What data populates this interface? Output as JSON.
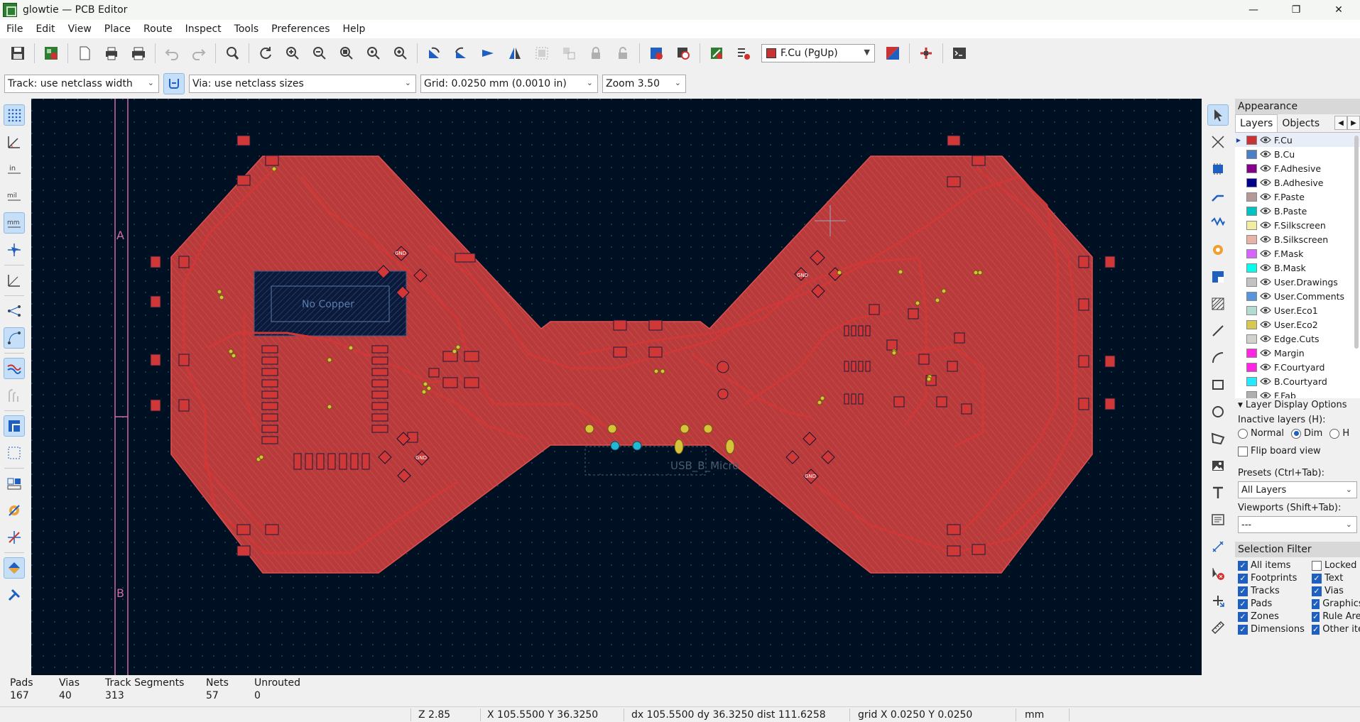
{
  "window": {
    "title": "glowtie — PCB Editor",
    "minimize": "—",
    "maximize": "❐",
    "close": "✕"
  },
  "menu": [
    "File",
    "Edit",
    "View",
    "Place",
    "Route",
    "Inspect",
    "Tools",
    "Preferences",
    "Help"
  ],
  "toolbar": {
    "active_layer": "F.Cu (PgUp)",
    "active_layer_color": "#c83434"
  },
  "toolbar2": {
    "track": "Track: use netclass width",
    "via": "Via: use netclass sizes",
    "grid": "Grid: 0.0250 mm (0.0010 in)",
    "zoom": "Zoom 3.50"
  },
  "canvas": {
    "sheet_label_a": "A",
    "sheet_label_b": "B",
    "keepout_label": "No Copper",
    "usb_label": "USB_B_Micro",
    "gnd_label": "GND",
    "copper_color": "#c83434",
    "background": "#001023"
  },
  "appearance": {
    "title": "Appearance",
    "tab_layers": "Layers",
    "tab_objects": "Objects",
    "layers": [
      {
        "name": "F.Cu",
        "color": "#c83434"
      },
      {
        "name": "B.Cu",
        "color": "#4d7fc4"
      },
      {
        "name": "F.Adhesive",
        "color": "#84008a"
      },
      {
        "name": "B.Adhesive",
        "color": "#00008a"
      },
      {
        "name": "F.Paste",
        "color": "#b49a96"
      },
      {
        "name": "B.Paste",
        "color": "#00c2c2"
      },
      {
        "name": "F.Silkscreen",
        "color": "#f2eda1"
      },
      {
        "name": "B.Silkscreen",
        "color": "#e8b2a7"
      },
      {
        "name": "F.Mask",
        "color": "#d864ff"
      },
      {
        "name": "B.Mask",
        "color": "#02ffee"
      },
      {
        "name": "User.Drawings",
        "color": "#c2c2c2"
      },
      {
        "name": "User.Comments",
        "color": "#5994dc"
      },
      {
        "name": "User.Eco1",
        "color": "#b4dbd2"
      },
      {
        "name": "User.Eco2",
        "color": "#d8c852"
      },
      {
        "name": "Edge.Cuts",
        "color": "#d0d2cd"
      },
      {
        "name": "Margin",
        "color": "#ff26e2"
      },
      {
        "name": "F.Courtyard",
        "color": "#ff26e2"
      },
      {
        "name": "B.Courtyard",
        "color": "#26e9ff"
      },
      {
        "name": "F.Fab",
        "color": "#afafaf"
      }
    ],
    "layer_display_options": "Layer Display Options",
    "inactive_layers": "Inactive layers (H):",
    "radio_normal": "Normal",
    "radio_dim": "Dim",
    "radio_hide": "H",
    "flip_board": "Flip board view",
    "presets_label": "Presets (Ctrl+Tab):",
    "presets_value": "All Layers",
    "viewports_label": "Viewports (Shift+Tab):",
    "viewports_value": "---"
  },
  "selection_filter": {
    "title": "Selection Filter",
    "items": [
      {
        "label": "All items",
        "checked": true
      },
      {
        "label": "Locked",
        "checked": false
      },
      {
        "label": "Footprints",
        "checked": true
      },
      {
        "label": "Text",
        "checked": true
      },
      {
        "label": "Tracks",
        "checked": true
      },
      {
        "label": "Vias",
        "checked": true
      },
      {
        "label": "Pads",
        "checked": true
      },
      {
        "label": "Graphics",
        "checked": true
      },
      {
        "label": "Zones",
        "checked": true
      },
      {
        "label": "Rule Areas",
        "checked": true
      },
      {
        "label": "Dimensions",
        "checked": true
      },
      {
        "label": "Other items",
        "checked": true
      }
    ]
  },
  "stats": {
    "pads_label": "Pads",
    "pads": "167",
    "vias_label": "Vias",
    "vias": "40",
    "tracks_label": "Track Segments",
    "tracks": "313",
    "nets_label": "Nets",
    "nets": "57",
    "unrouted_label": "Unrouted",
    "unrouted": "0"
  },
  "statusbar": {
    "zoom": "Z 2.85",
    "xy": "X 105.5500  Y 36.3250",
    "delta": "dx 105.5500  dy 36.3250  dist 111.6258",
    "grid": "grid X 0.0250  Y 0.0250",
    "units": "mm"
  }
}
